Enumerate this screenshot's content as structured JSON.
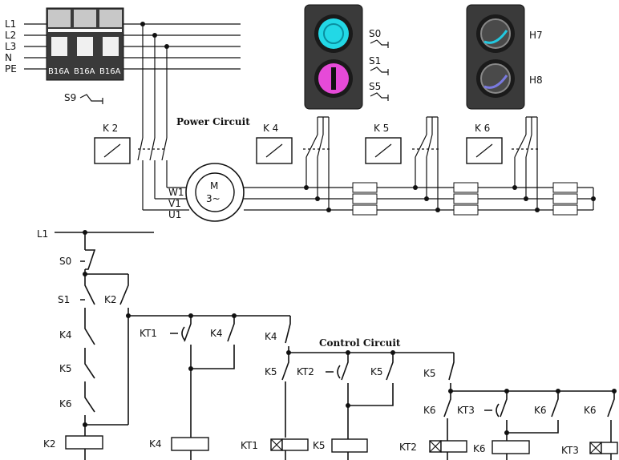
{
  "supply": {
    "lines": [
      "L1",
      "L2",
      "L3",
      "N",
      "PE"
    ]
  },
  "breaker": {
    "ratings": [
      "B16A",
      "B16A",
      "B16A"
    ],
    "label": "S9"
  },
  "panel_switches": {
    "s0": "S0",
    "s1": "S1",
    "s5": "S5"
  },
  "panel_lamps": {
    "h7": "H7",
    "h8": "H8"
  },
  "power": {
    "title": "Power Circuit",
    "contactors": [
      "K 2",
      "K 4",
      "K 5",
      "K 6"
    ],
    "motor_terminals": [
      "W1",
      "V1",
      "U1"
    ],
    "motor_m": "M",
    "motor_type": "3~"
  },
  "control": {
    "title": "Control Circuit",
    "l1": "L1",
    "labels": {
      "s0": "S0",
      "s1": "S1",
      "k2_seal": "K2",
      "k4_nc": "K4",
      "k5_nc": "K5",
      "k6_nc": "K6",
      "kt1": "KT1",
      "k4_seal": "K4",
      "k4_no": "K4",
      "k5_nc2": "K5",
      "kt2": "KT2",
      "k5_seal": "K5",
      "k5_no": "K5",
      "k6_nc2": "K6",
      "kt3": "KT3",
      "k6_seal": "K6",
      "k6_seal2": "K6"
    },
    "coils": [
      "K2",
      "K4",
      "KT1",
      "K5",
      "KT2",
      "K6",
      "KT3"
    ]
  }
}
